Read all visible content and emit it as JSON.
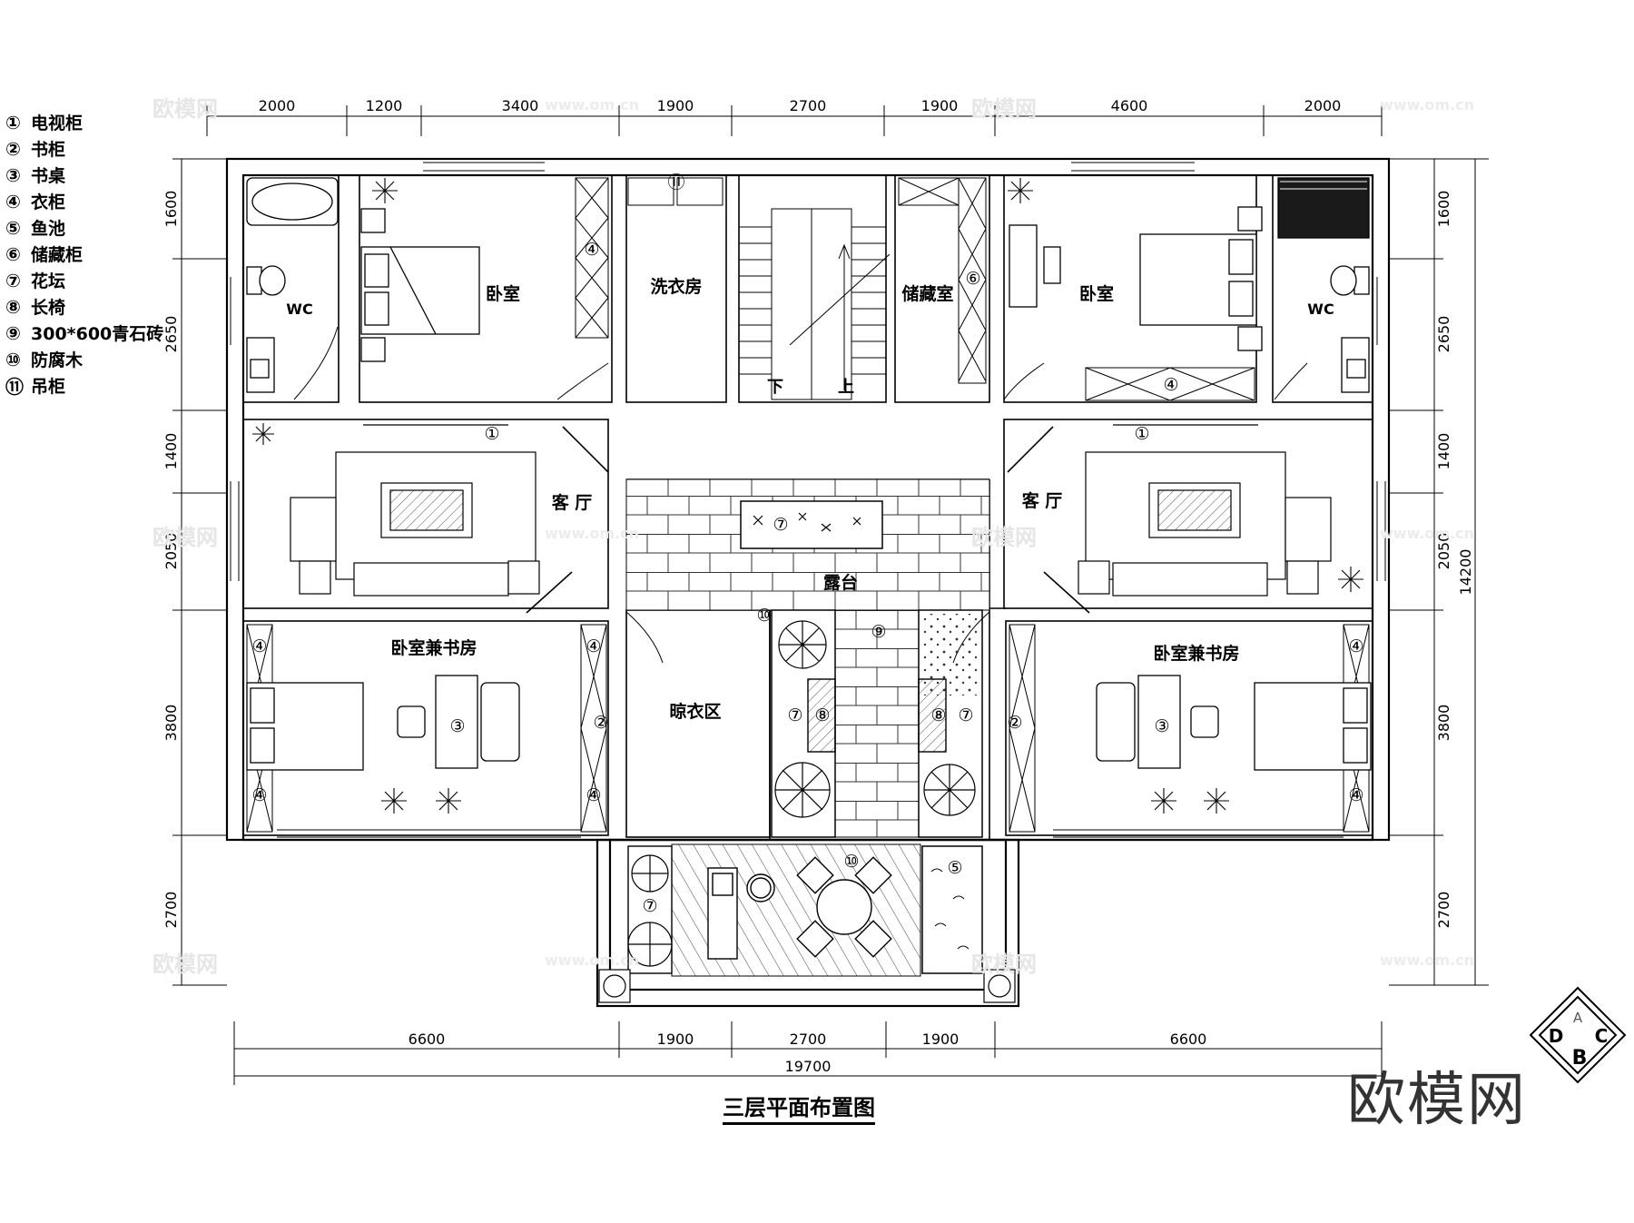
{
  "title": "三层平面布置图",
  "brand": "欧模网",
  "watermark_logo": "欧模网",
  "watermark_url": "www.om.cn",
  "legend": [
    {
      "num": "①",
      "label": "电视柜"
    },
    {
      "num": "②",
      "label": "书柜"
    },
    {
      "num": "③",
      "label": "书桌"
    },
    {
      "num": "④",
      "label": "衣柜"
    },
    {
      "num": "⑤",
      "label": "鱼池"
    },
    {
      "num": "⑥",
      "label": "储藏柜"
    },
    {
      "num": "⑦",
      "label": "花坛"
    },
    {
      "num": "⑧",
      "label": "长椅"
    },
    {
      "num": "⑨",
      "label": "300*600青石砖"
    },
    {
      "num": "⑩",
      "label": "防腐木"
    },
    {
      "num": "⑪",
      "label": "吊柜"
    }
  ],
  "dims_top": [
    "2000",
    "1200",
    "3400",
    "1900",
    "2700",
    "1900",
    "4600",
    "2000"
  ],
  "dims_bottom": [
    "6600",
    "1900",
    "2700",
    "1900",
    "6600"
  ],
  "dim_total_bottom": "19700",
  "dims_left": [
    "1600",
    "2650",
    "1400",
    "2050",
    "3800",
    "2700"
  ],
  "dims_right": [
    "1600",
    "2650",
    "1400",
    "2050",
    "3800",
    "2700"
  ],
  "dim_total_right": "14200",
  "rooms": {
    "wc": "WC",
    "bedroom": "卧室",
    "laundry": "洗衣房",
    "storage": "储藏室",
    "living": "客 厅",
    "terrace": "露台",
    "study_bedroom": "卧室兼书房",
    "drying": "晾衣区"
  },
  "tags": {
    "tv": "①",
    "bookcase": "②",
    "desk": "③",
    "wardrobe": "④",
    "pond": "⑤",
    "storage_cab": "⑥",
    "planter": "⑦",
    "bench": "⑧",
    "stone": "⑨",
    "wood": "⑩",
    "hanging": "⑪"
  },
  "stairs": {
    "down": "下",
    "up": "上"
  },
  "compass": {
    "a": "A",
    "b": "B",
    "c": "C",
    "d": "D"
  }
}
